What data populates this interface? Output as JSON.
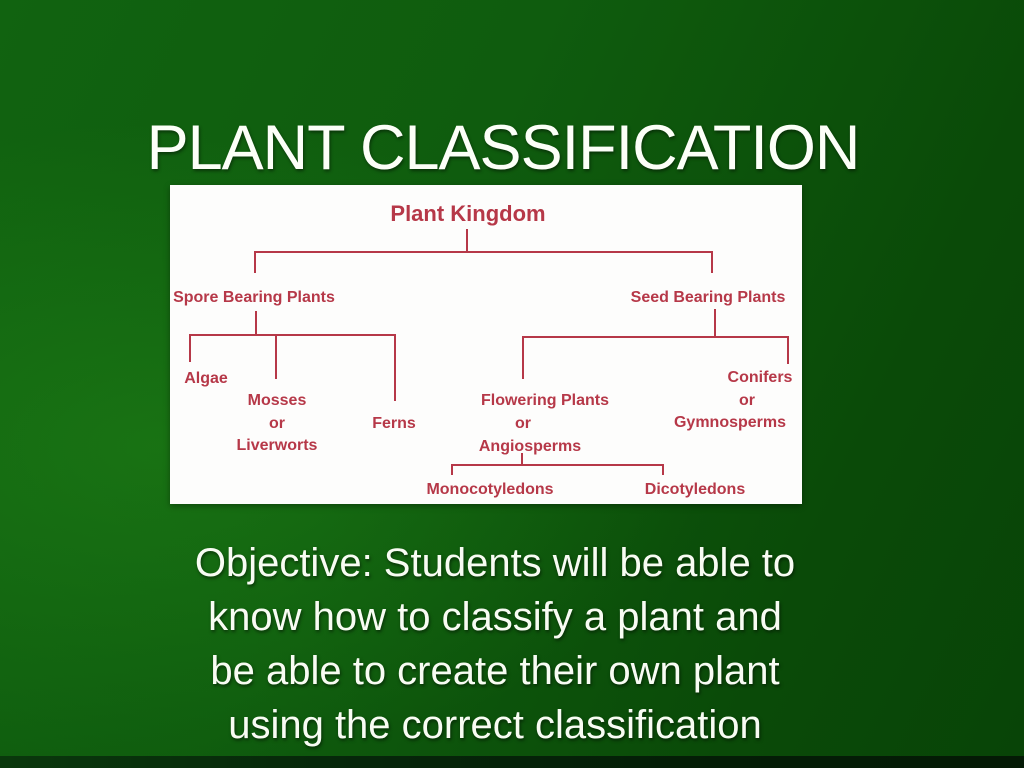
{
  "slide": {
    "title": "PLANT CLASSIFICATION",
    "objective": {
      "lines": [
        "Objective: Students will be able to",
        "know how to classify a plant and",
        "be able to create their own plant",
        "using the correct classification"
      ]
    }
  },
  "diagram": {
    "root": "Plant Kingdom",
    "spore": {
      "label": "Spore Bearing Plants",
      "algae": "Algae",
      "mosses_line1": "Mosses",
      "mosses_line2": "or",
      "mosses_line3": "Liverworts",
      "ferns": "Ferns"
    },
    "seed": {
      "label": "Seed Bearing Plants",
      "flowering_line1": "Flowering Plants",
      "flowering_line2": "or",
      "flowering_line3": "Angiosperms",
      "conifers_line1": "Conifers",
      "conifers_line2": "or",
      "conifers_line3": "Gymnosperms",
      "monocotyledons": "Monocotyledons",
      "dicotyledons": "Dicotyledons"
    }
  },
  "colors": {
    "background_green_light": "#116310",
    "background_green_dark": "#084407",
    "bottom_bar_green": "#06260a",
    "diagram_red": "#b63848",
    "slide_text_white": "#f8fcf3",
    "diagram_background": "#fdfdfc"
  }
}
